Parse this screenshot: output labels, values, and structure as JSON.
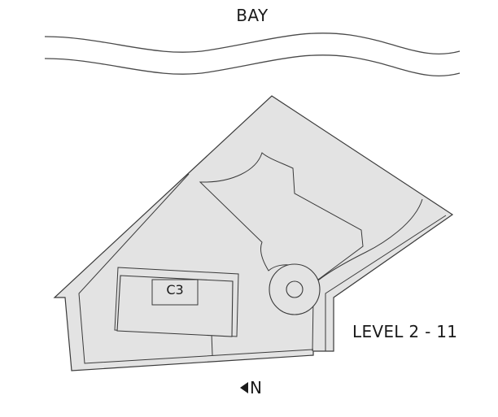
{
  "water_label": "BAY",
  "level_label": "LEVEL 2 - 11",
  "unit_label": "C3",
  "north_label": "N",
  "icons": {
    "north_arrow": "triangle-left-icon"
  },
  "colors": {
    "site_fill": "#e3e3e3",
    "line": "#3a3a3a",
    "unit_fill": "#e3e3e3",
    "background": "#ffffff"
  }
}
